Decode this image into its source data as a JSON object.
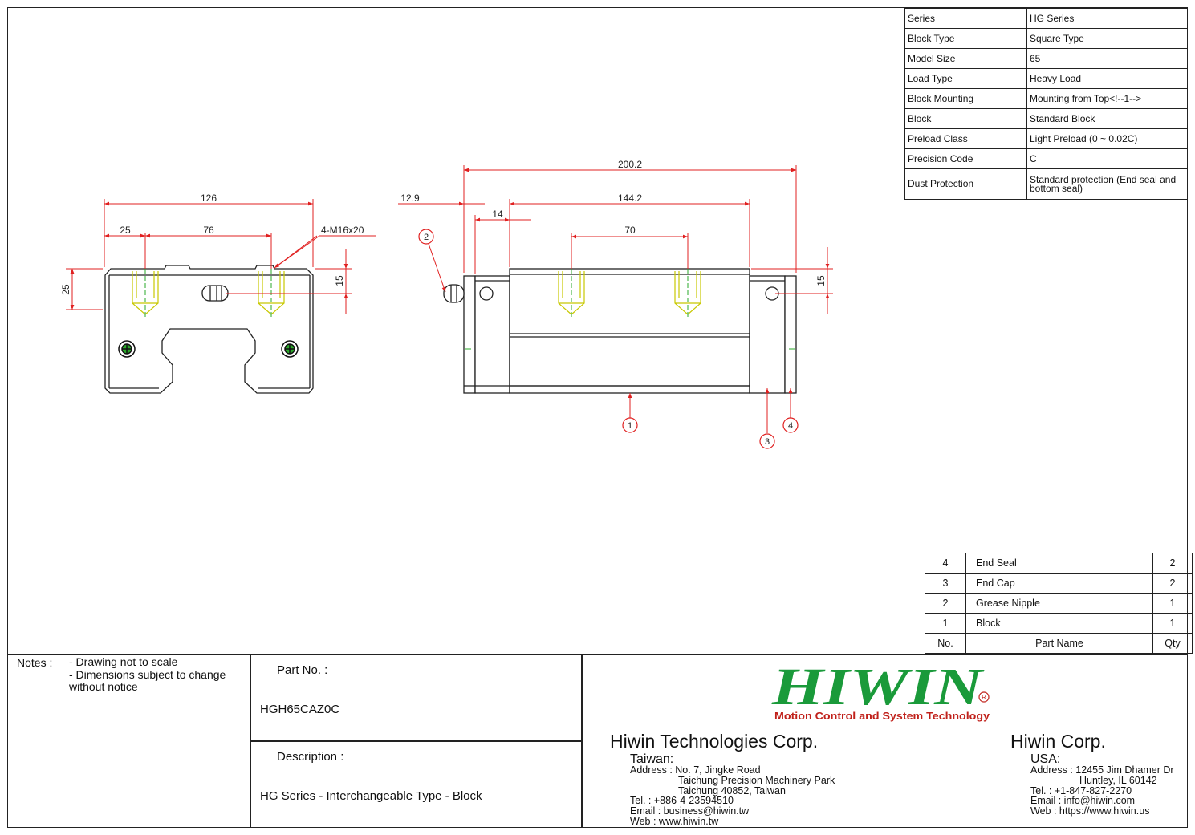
{
  "spec_table": [
    {
      "key": "Series",
      "value": "HG Series"
    },
    {
      "key": "Block Type",
      "value": "Square Type"
    },
    {
      "key": "Model Size",
      "value": "65"
    },
    {
      "key": "Load Type",
      "value": "Heavy Load"
    },
    {
      "key": "Block Mounting",
      "value": "Mounting from Top<!--1-->"
    },
    {
      "key": "Block",
      "value": "Standard Block"
    },
    {
      "key": "Preload Class",
      "value": "Light Preload (0 ~ 0.02C)"
    },
    {
      "key": "Precision Code",
      "value": "C"
    },
    {
      "key": "Dust Protection",
      "value": "Standard protection (End seal and bottom seal)"
    }
  ],
  "parts_list": {
    "rows": [
      {
        "no": "4",
        "name": "End Seal",
        "qty": "2"
      },
      {
        "no": "3",
        "name": "End Cap",
        "qty": "2"
      },
      {
        "no": "2",
        "name": "Grease Nipple",
        "qty": "1"
      },
      {
        "no": "1",
        "name": "Block",
        "qty": "1"
      }
    ],
    "header": {
      "no": "No.",
      "name": "Part Name",
      "qty": "Qty"
    }
  },
  "dimensions": {
    "front_width": "126",
    "front_left": "25",
    "front_hole_pitch": "76",
    "front_height": "25",
    "front_hole_depth": "15",
    "thread_callout": "4-M16x20",
    "side_overall": "200.2",
    "side_nipple": "12.9",
    "side_body": "144.2",
    "side_endcap": "14",
    "side_hole_pitch": "70",
    "side_hole_depth": "15"
  },
  "balloons": {
    "b1": "1",
    "b2": "2",
    "b3": "3",
    "b4": "4"
  },
  "notes": {
    "label": "Notes :",
    "line1": "- Drawing not to scale",
    "line2": "- Dimensions subject to change",
    "line3": "without notice"
  },
  "part_no": {
    "label": "Part No. :",
    "value": "HGH65CAZ0C"
  },
  "description": {
    "label": "Description :",
    "value": "HG Series - Interchangeable Type - Block"
  },
  "logo": {
    "text": "HIWIN",
    "registered": "R",
    "tagline": "Motion Control and System Technology",
    "color": "#1a9a3a",
    "tagline_color": "#c0201a"
  },
  "taiwan": {
    "company": "Hiwin Technologies Corp.",
    "region": "Taiwan:",
    "addr1": "Address : No. 7, Jingke Road",
    "addr2": "Taichung Precision Machinery Park",
    "addr3": "Taichung 40852, Taiwan",
    "tel": "Tel. : +886-4-23594510",
    "email": "Email : business@hiwin.tw",
    "web": "Web : www.hiwin.tw"
  },
  "usa": {
    "company": "Hiwin Corp.",
    "region": "USA:",
    "addr1": "Address : 12455 Jim Dhamer Dr",
    "addr2": "Huntley, IL 60142",
    "tel": "Tel. : +1-847-827-2270",
    "email": "Email : info@hiwin.com",
    "web": "Web : https://www.hiwin.us"
  }
}
